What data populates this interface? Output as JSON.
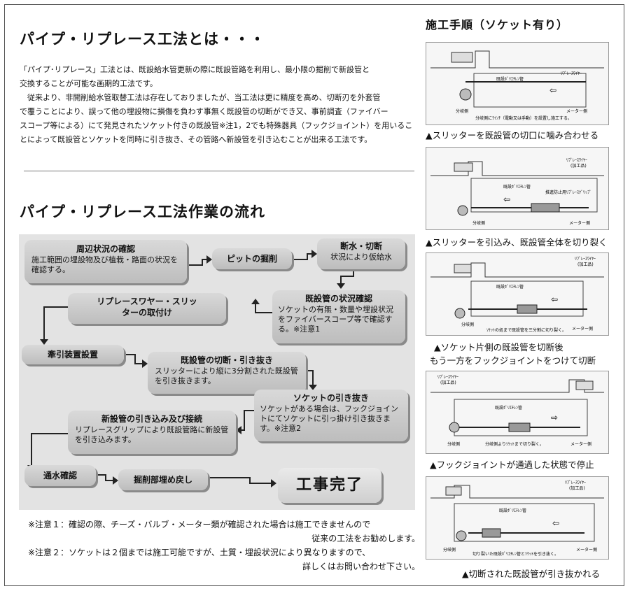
{
  "header": {
    "title": "パイプ・リプレース工法とは・・・",
    "intro_lines": [
      "「パイプ･リプレース」工法とは、既設給水管更新の際に既設管路を利用し、最小限の掘削で新設管と",
      "交換することが可能な画期的工法です。",
      "　従来より、非開削給水管取替工法は存在しておりましたが、当工法は更に精度を高め、切断刃を外套管",
      "で覆うことにより、誤って他の埋設物に損傷を負わす事無く既設管の切断ができ又、事前調査（ファイバー",
      "スコープ等による）にて発見されたソケット付きの既設管※注1，2でも特殊器具（フックジョイント）を用いるこ",
      "とによって既設管とソケットを同時に引き抜き、その管路へ新設管を引き込むことが出来る工法です。"
    ]
  },
  "flow": {
    "title": "パイプ・リプレース工法作業の流れ",
    "boxes": {
      "survey_title": "周辺状況の確認",
      "survey_desc": "施工範囲の埋設物及び植栽・路面の状況を確認する。",
      "pit": "ピットの掘削",
      "stop_title": "断水・切断",
      "stop_desc": "状況により仮給水",
      "check_title": "既設管の状況確認",
      "check_desc": "ソケットの有無・数量や埋設状況をファイバースコープ等で確認する。※注意1",
      "wire_title": "リプレースワヤー・スリッ",
      "wire_desc": "ターの取付け",
      "puller": "牽引装置設置",
      "cut_title": "既設管の切断・引き抜き",
      "cut_desc": "スリッターにより縦に3分割された既設管を引き抜きます。",
      "socket_title": "ソケットの引き抜き",
      "socket_desc": "ソケットがある場合は、フックジョイントにてソケットに引っ掛け引き抜きます。※注意2",
      "newpipe_title": "新設管の引き込み及び接続",
      "newpipe_desc": "リプレースグリップにより既設管路に新設管を引き込みます。",
      "water": "通水確認",
      "backfill": "掘削部埋め戻し",
      "done": "工事完了"
    }
  },
  "notes": [
    {
      "line1": "※注意１：確認の際、チーズ・バルブ・メーター類が確認された場合は施工できませんので",
      "line2": "従来の工法をお勧めします。"
    },
    {
      "line1": "※注意２：ソケットは２個までは施工可能ですが、土質・埋設状況により異なりますので、",
      "line2": "詳しくはお問い合わせ下さい。"
    }
  ],
  "procedure": {
    "title": "施工手順（ソケット有り）",
    "steps": [
      {
        "caption": "▲スリッターを既設管の切口に噛み合わせる"
      },
      {
        "caption": "▲スリッターを引込み、既設管全体を切り裂く"
      },
      {
        "caption": "▲ソケット片側の既設管を切断後",
        "caption2": "もう一方をフックジョイントをつけて切断"
      },
      {
        "caption": "▲フックジョイントが通過した状態で停止"
      },
      {
        "caption": "▲切断された既設管が引き抜かれる"
      }
    ],
    "diagram_labels": {
      "pipe": "既設ﾎﾟﾘｴﾁﾚﾝ管",
      "wire": "ﾘﾌﾟﾚｰｽﾜｲﾔｰ",
      "wire_processed": "(加工品)",
      "branch": "分岐側",
      "meter": "メーター側",
      "cap": "推進防止用ﾘﾌﾟﾚｰｽｸﾞﾘｯﾌﾟ",
      "note1": "分岐側にﾗｲﾝﾁ（電動又は手動）を設置し施工する。",
      "note3": "ｿｹｯﾄの処まで既設管を三分割に切り裂く。",
      "note4": "分岐側よりｿｹｯﾄまで切り裂く。",
      "note5": "切り裂いた既設ﾎﾟﾘｴﾁﾚﾝ管とｿｹｯﾄを引き抜く。"
    }
  }
}
